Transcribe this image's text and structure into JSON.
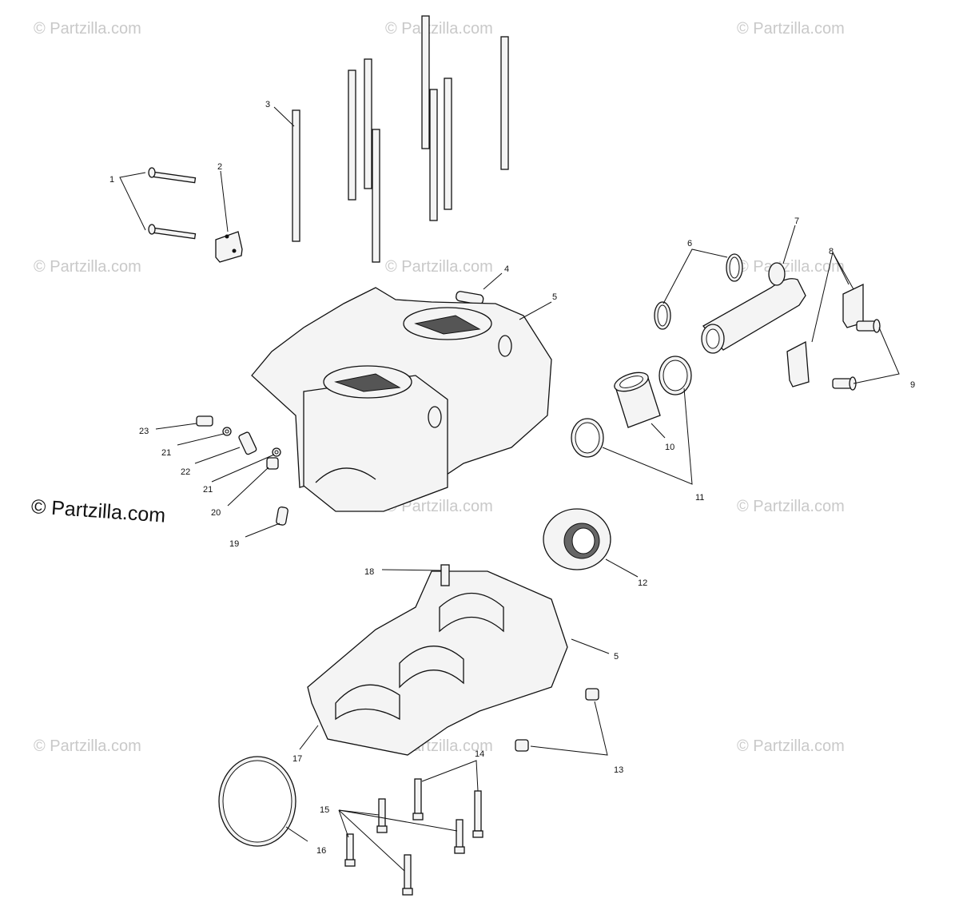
{
  "brand_watermark": "© Partzilla.com",
  "faint_watermark": "© Partzilla.com",
  "callouts": {
    "c1": "1",
    "c2": "2",
    "c3": "3",
    "c4": "4",
    "c5a": "5",
    "c5b": "5",
    "c6": "6",
    "c7": "7",
    "c8": "8",
    "c9": "9",
    "c10": "10",
    "c11": "11",
    "c12": "12",
    "c13": "13",
    "c14": "14",
    "c15": "15",
    "c16": "16",
    "c17": "17",
    "c18": "18",
    "c19": "19",
    "c20": "20",
    "c21a": "21",
    "c21b": "21",
    "c22": "22",
    "c23": "23"
  }
}
